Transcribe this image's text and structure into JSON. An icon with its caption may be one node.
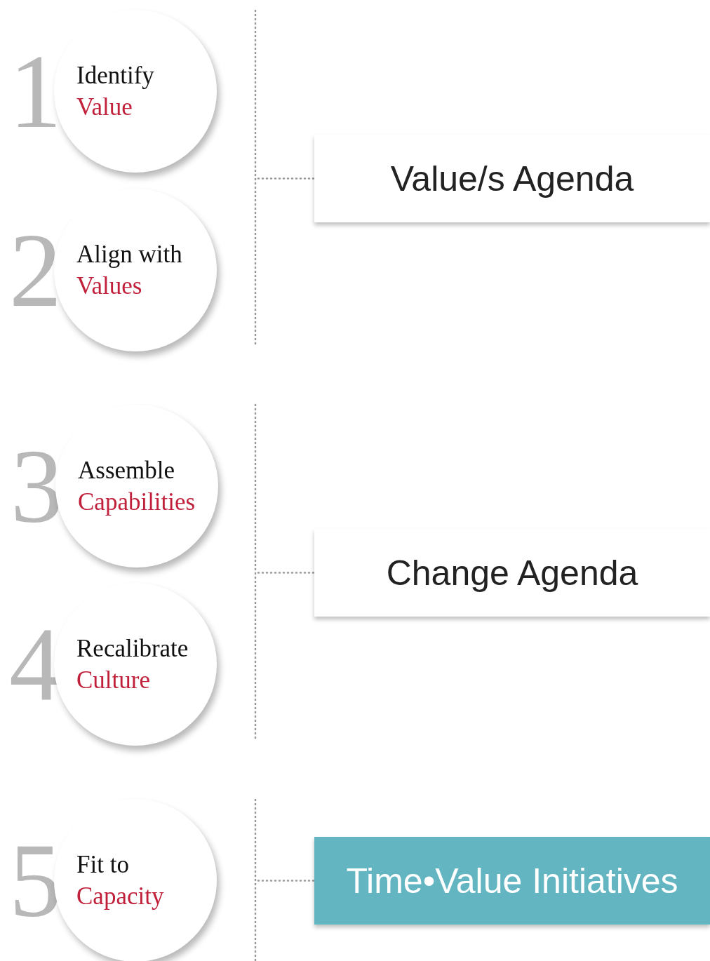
{
  "diagram": {
    "nodes": [
      {
        "text": [
          "Identify",
          "Value"
        ],
        "beside": [
          "1"
        ]
      },
      {
        "text": [
          "Align with",
          "Values"
        ],
        "beside": [
          "2"
        ]
      },
      {
        "text": [
          "Value/s Agenda"
        ]
      },
      {
        "text": [
          "Assemble",
          "Capabilities"
        ],
        "beside": [
          "3"
        ]
      },
      {
        "text": [
          "Recalibrate",
          "Culture"
        ],
        "beside": [
          "4"
        ]
      },
      {
        "text": [
          "Change Agenda"
        ]
      },
      {
        "text": [
          "Fit to",
          "Capacity"
        ],
        "beside": [
          "5"
        ]
      },
      {
        "text": [
          "Time•Value Initiatives"
        ]
      }
    ],
    "edges": [
      {
        "from": null,
        "to": 2,
        "arrow": "none",
        "style": "dashed"
      },
      {
        "from": null,
        "to": 5,
        "arrow": "none",
        "style": "dashed"
      },
      {
        "from": null,
        "to": 7,
        "arrow": "none",
        "style": "dashed"
      }
    ]
  }
}
